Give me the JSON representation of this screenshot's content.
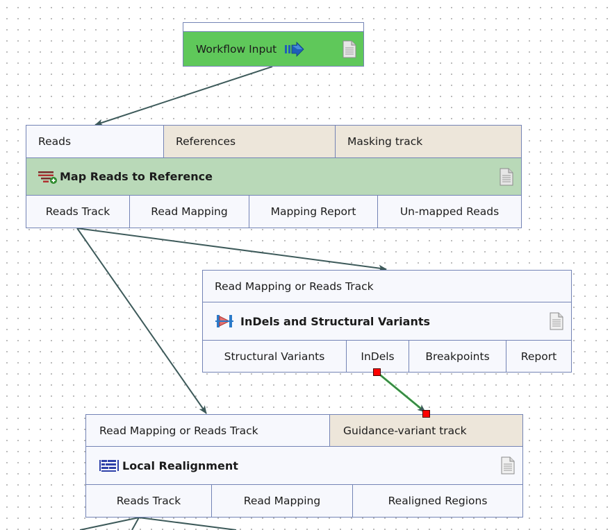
{
  "workflow_input": {
    "label": "Workflow Input",
    "icon": "arrow-right-icon"
  },
  "map_reads": {
    "inputs": [
      "Reads",
      "References",
      "Masking track"
    ],
    "title": "Map Reads to Reference",
    "outputs": [
      "Reads Track",
      "Read Mapping",
      "Mapping Report",
      "Un-mapped Reads"
    ]
  },
  "indels": {
    "inputs": [
      "Read Mapping or Reads Track"
    ],
    "title": "InDels and Structural Variants",
    "outputs": [
      "Structural Variants",
      "InDels",
      "Breakpoints",
      "Report"
    ]
  },
  "local_realignment": {
    "inputs": [
      "Read Mapping or Reads Track",
      "Guidance-variant track"
    ],
    "title": "Local Realignment",
    "outputs": [
      "Reads Track",
      "Read Mapping",
      "Realigned Regions"
    ]
  },
  "colors": {
    "node_border": "#7383b5",
    "input_green": "#5fc85a",
    "title_green": "#b9d9b8",
    "unused_input": "#ede6da",
    "edge": "#3d5a5a",
    "selected_edge": "#3cb53c",
    "selection_port": "#ff0000"
  }
}
